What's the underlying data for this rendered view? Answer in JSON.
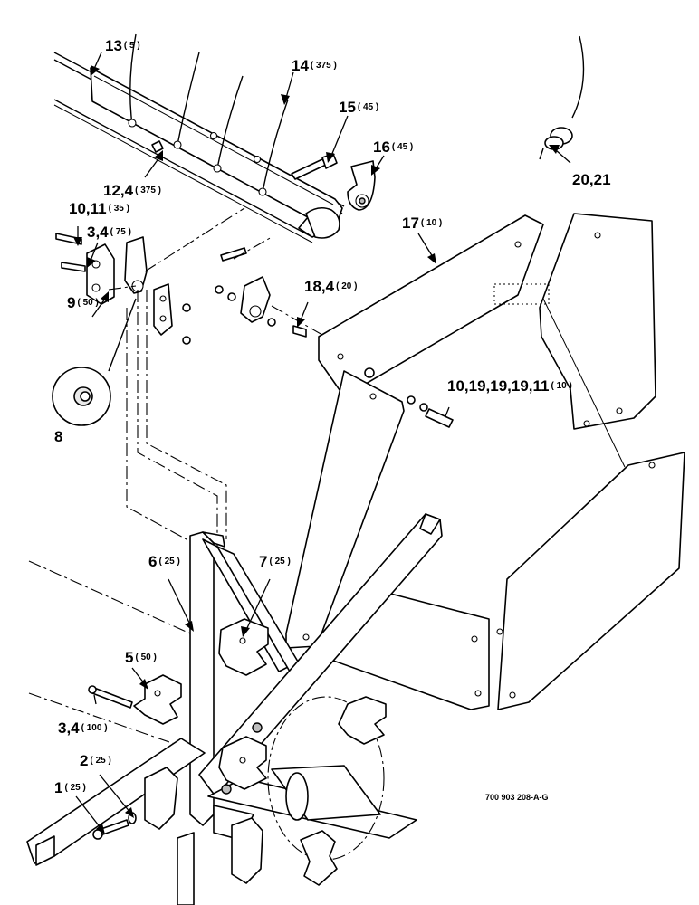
{
  "callouts": [
    {
      "main": "13",
      "qty": "( 5 )"
    },
    {
      "main": "14",
      "qty": "( 375 )"
    },
    {
      "main": "15",
      "qty": "( 45 )"
    },
    {
      "main": "16",
      "qty": "( 45 )"
    },
    {
      "main": "12,4",
      "qty": "( 375 )"
    },
    {
      "main": "20,21",
      "qty": ""
    },
    {
      "main": "10,11",
      "qty": "( 35 )"
    },
    {
      "main": "3,4",
      "qty": "( 75 )"
    },
    {
      "main": "17",
      "qty": "( 10 )"
    },
    {
      "main": "18,4",
      "qty": "( 20 )"
    },
    {
      "main": "9",
      "qty": "( 50 )"
    },
    {
      "main": "10,19,19,19,11",
      "qty": "( 10 )"
    },
    {
      "main": "8",
      "qty": ""
    },
    {
      "main": "6",
      "qty": "( 25 )"
    },
    {
      "main": "7",
      "qty": "( 25 )"
    },
    {
      "main": "5",
      "qty": "( 50 )"
    },
    {
      "main": "3,4",
      "qty": "( 100 )"
    },
    {
      "main": "2",
      "qty": "( 25 )"
    },
    {
      "main": "1",
      "qty": "( 25 )"
    }
  ],
  "drawing_code": "700 903 208-A-G"
}
